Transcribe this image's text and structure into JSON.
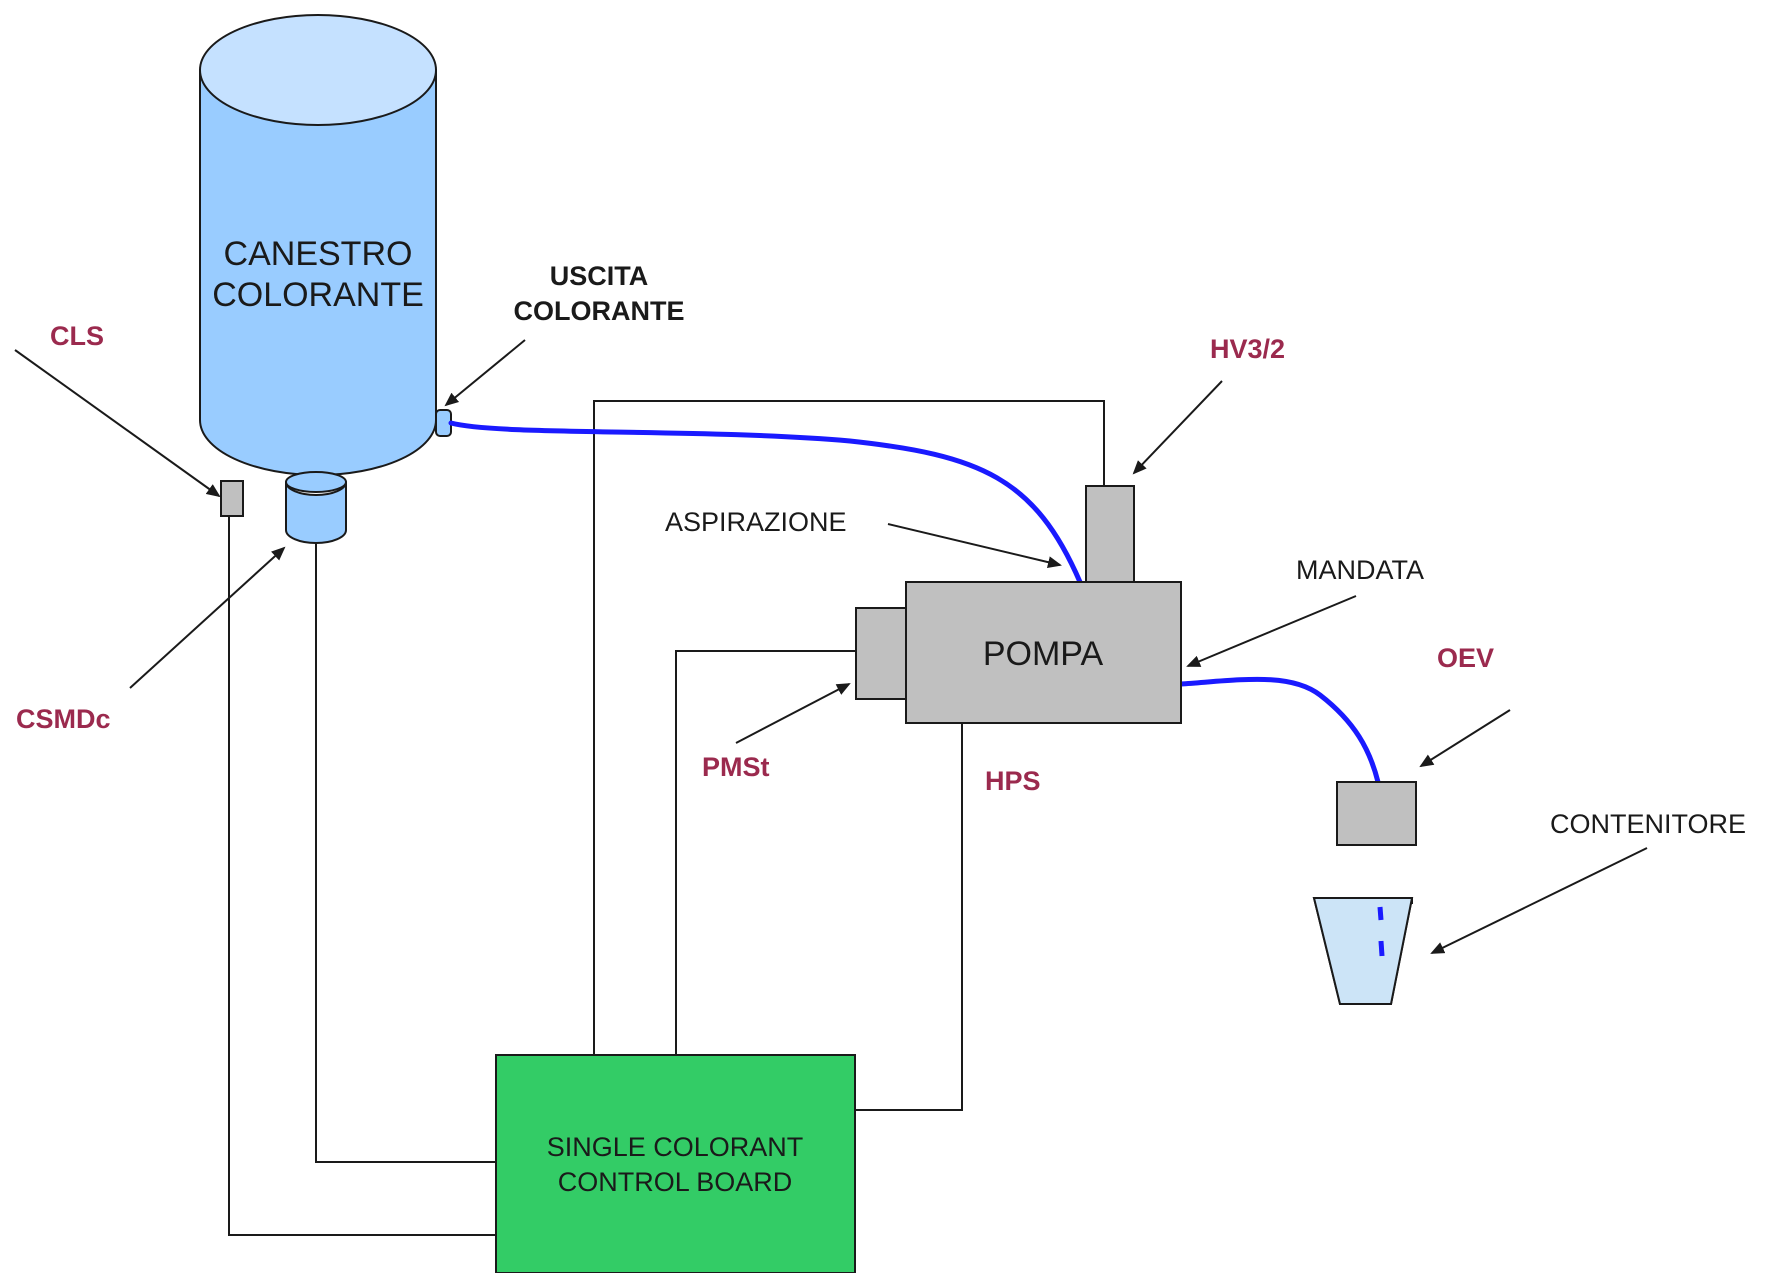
{
  "labels": {
    "canister_line1": "CANESTRO",
    "canister_line2": "COLORANTE",
    "outlet_line1": "USCITA",
    "outlet_line2": "COLORANTE",
    "cls": "CLS",
    "csmdc": "CSMDc",
    "hv": "HV3/2",
    "aspiration": "ASPIRAZIONE",
    "pump": "POMPA",
    "delivery": "MANDATA",
    "pmst": "PMSt",
    "hps": "HPS",
    "oev": "OEV",
    "container": "CONTENITORE",
    "board_line1": "SINGLE COLORANT",
    "board_line2": "CONTROL BOARD"
  },
  "colors": {
    "canister": "#99ccff",
    "canister_top": "#c5e1ff",
    "board": "#33cc66",
    "tube": "#1a1aff",
    "component_grey": "#c0c0c0",
    "sensor_label": "#9b2a4e",
    "container_fill": "#cce4f7"
  }
}
